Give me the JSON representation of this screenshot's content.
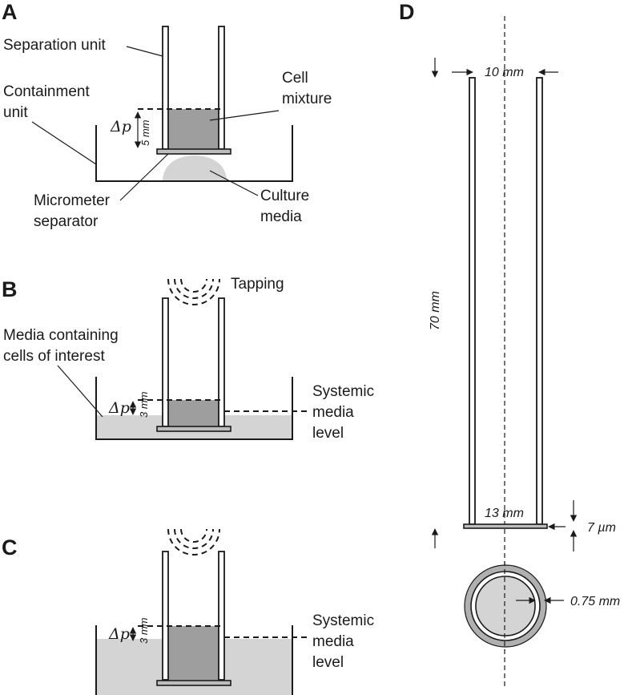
{
  "panels": {
    "a": {
      "letter": "A",
      "separation_unit": "Separation unit",
      "containment_unit_line1": "Containment",
      "containment_unit_line2": "unit",
      "cell_mixture_line1": "Cell",
      "cell_mixture_line2": "mixture",
      "delta_p": "Δp",
      "height": "5 mm",
      "micrometer_line1": "Micrometer",
      "micrometer_line2": "separator",
      "culture_line1": "Culture",
      "culture_line2": "media"
    },
    "b": {
      "letter": "B",
      "tapping": "Tapping",
      "media_line1": "Media containing",
      "media_line2": "cells of interest",
      "delta_p": "Δp",
      "height": "3 mm",
      "systemic_line1": "Systemic",
      "systemic_line2": "media",
      "systemic_line3": "level"
    },
    "c": {
      "letter": "C",
      "delta_p": "Δp",
      "height": "3 mm",
      "systemic_line1": "Systemic",
      "systemic_line2": "media",
      "systemic_line3": "level"
    },
    "d": {
      "letter": "D",
      "top_width": "10 mm",
      "length": "70 mm",
      "bottom_width": "13 mm",
      "membrane_thickness": "7 µm",
      "wall_thickness": "0.75 mm"
    }
  },
  "colors": {
    "cell_mixture": "#9e9e9e",
    "media": "#d4d4d4",
    "outline": "#1a1a1a"
  }
}
